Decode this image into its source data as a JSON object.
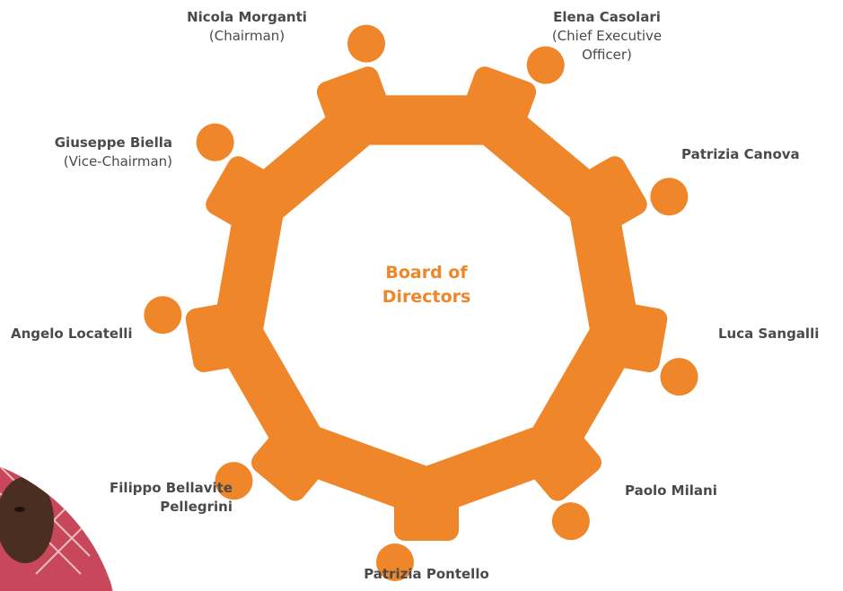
{
  "title_lines": [
    "Board of",
    "Directors"
  ],
  "accent_color": "#f0862a",
  "members": [
    {
      "id": "morganti",
      "name": "Nicola Morganti",
      "role": "(Chairman)"
    },
    {
      "id": "casolari",
      "name": "Elena Casolari",
      "role_lines": [
        "(Chief Executive",
        "Officer)"
      ]
    },
    {
      "id": "canova",
      "name": "Patrizia Canova"
    },
    {
      "id": "sangalli",
      "name": "Luca Sangalli"
    },
    {
      "id": "milani",
      "name": "Paolo Milani"
    },
    {
      "id": "pontello",
      "name": "Patrizia Pontello"
    },
    {
      "id": "bellavite",
      "name_lines": [
        "Filippo Bellavite",
        "Pellegrini"
      ]
    },
    {
      "id": "locatelli",
      "name": "Angelo Locatelli"
    },
    {
      "id": "biella",
      "name": "Giuseppe Biella",
      "role": "(Vice-Chairman)"
    }
  ]
}
